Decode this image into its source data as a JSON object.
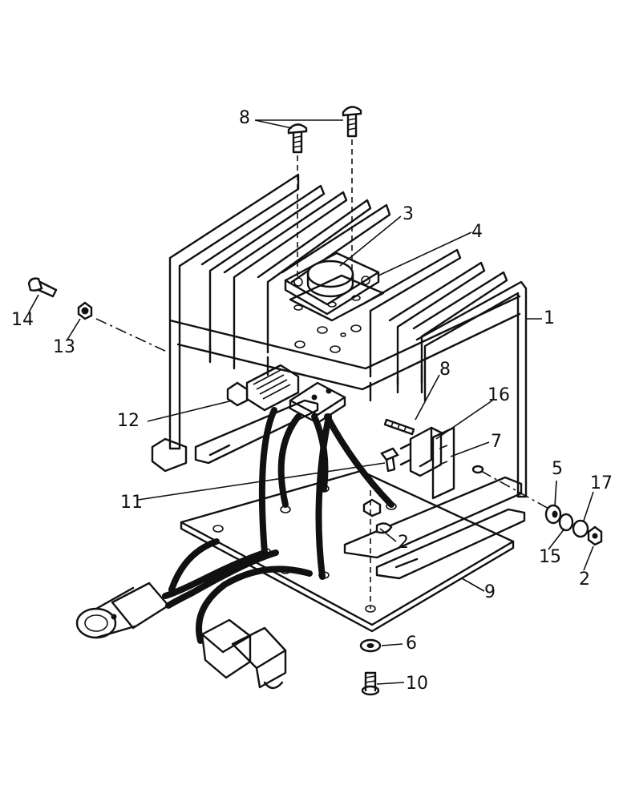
{
  "callouts": [
    {
      "id": "c8a",
      "text": "8"
    },
    {
      "id": "c3",
      "text": "3"
    },
    {
      "id": "c4",
      "text": "4"
    },
    {
      "id": "c1",
      "text": "1"
    },
    {
      "id": "c14",
      "text": "14"
    },
    {
      "id": "c13",
      "text": "13"
    },
    {
      "id": "c8b",
      "text": "8"
    },
    {
      "id": "c16",
      "text": "16"
    },
    {
      "id": "c12",
      "text": "12"
    },
    {
      "id": "c7",
      "text": "7"
    },
    {
      "id": "c11",
      "text": "11"
    },
    {
      "id": "c5",
      "text": "5"
    },
    {
      "id": "c17",
      "text": "17"
    },
    {
      "id": "c2a",
      "text": "2"
    },
    {
      "id": "c15",
      "text": "15"
    },
    {
      "id": "c2b",
      "text": "2"
    },
    {
      "id": "c9",
      "text": "9"
    },
    {
      "id": "c6",
      "text": "6"
    },
    {
      "id": "c10",
      "text": "10"
    }
  ]
}
